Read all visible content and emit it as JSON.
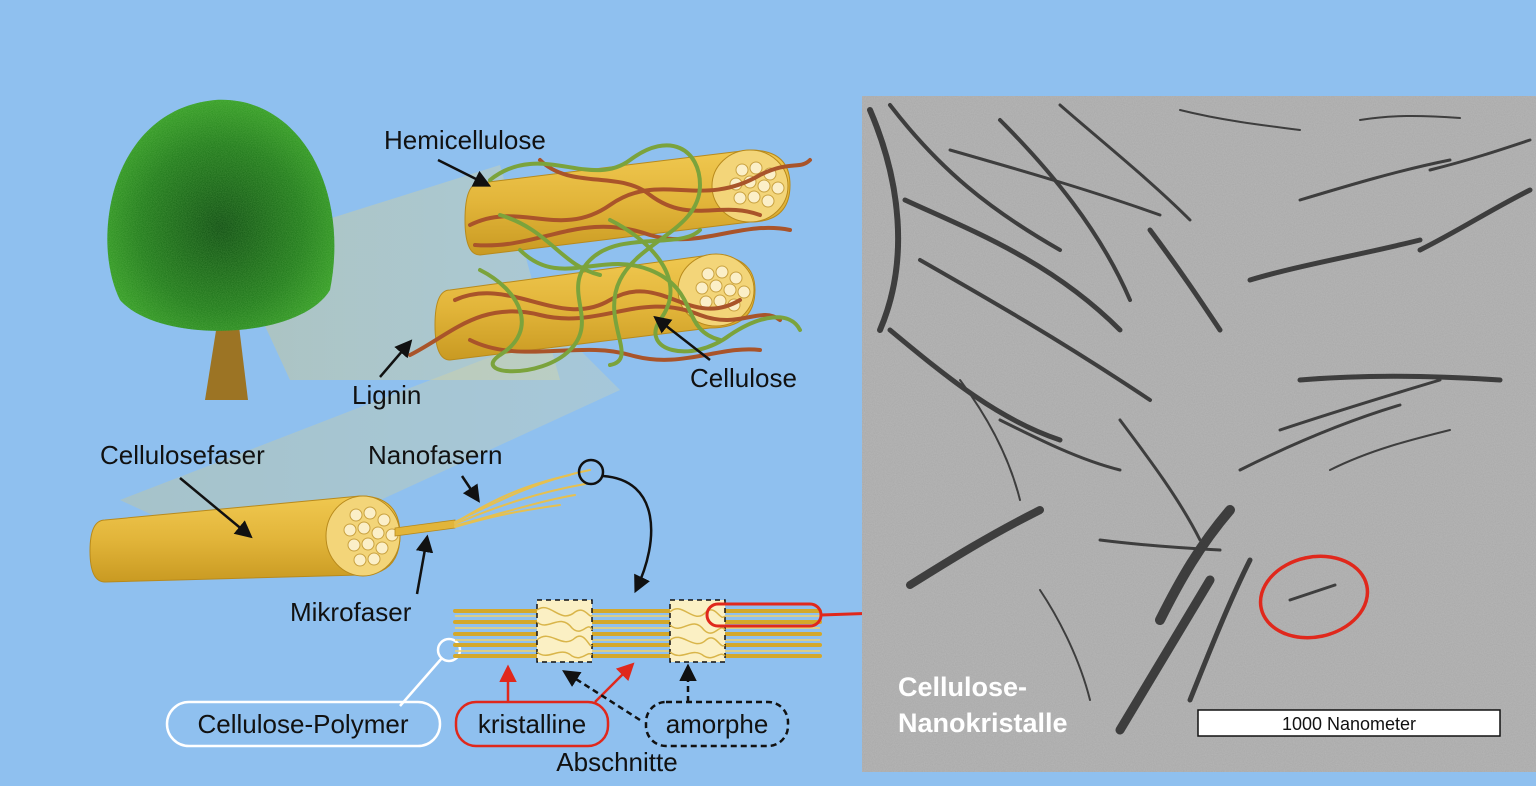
{
  "labels": {
    "hemicellulose": "Hemicellulose",
    "lignin": "Lignin",
    "cellulose": "Cellulose",
    "cellulosefaser": "Cellulosefaser",
    "nanofasern": "Nanofasern",
    "mikrofaser": "Mikrofaser",
    "cellulose_polymer": "Cellulose-Polymer",
    "kristalline": "kristalline",
    "amorphe": "amorphe",
    "abschnitte": "Abschnitte"
  },
  "micrograph": {
    "caption_line1": "Cellulose-",
    "caption_line2": "Nanokristalle",
    "scale_bar": "1000 Nanometer"
  },
  "colors": {
    "background": "#8fc0ef",
    "fiber_yellow": "#e2b53a",
    "lignin_brown": "#a9542a",
    "hemicellulose_green": "#7ba33c",
    "highlight_red": "#e0281c",
    "tree_green": "#2f8f1f",
    "trunk_brown": "#9c7424"
  }
}
